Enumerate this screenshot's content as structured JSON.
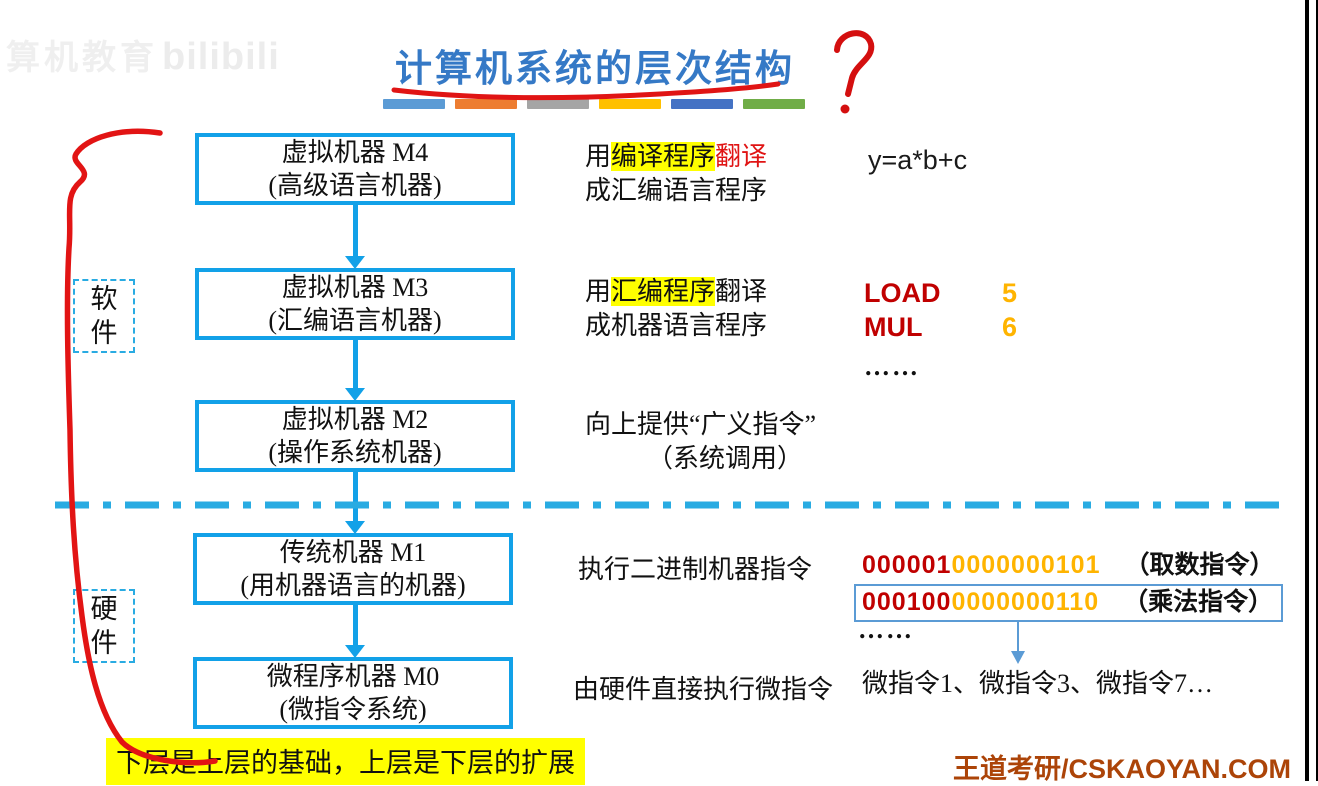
{
  "watermark": {
    "cn": "算机教育",
    "logo": "bilibili"
  },
  "header": {
    "title": "计算机系统的层次结构",
    "question_mark": "?"
  },
  "title_bars": [
    "#5B9BD5",
    "#ED7D31",
    "#A5A5A5",
    "#FFC000",
    "#4472C4",
    "#70AD47"
  ],
  "side_labels": {
    "software": "软件",
    "hardware": "硬件"
  },
  "layers": {
    "m4": {
      "name": "虚拟机器 M4",
      "alias": "(高级语言机器)",
      "desc": {
        "pre": "用",
        "hl": "编译程序",
        "red": "翻译",
        "line2": "成汇编语言程序"
      },
      "example": "y=a*b+c"
    },
    "m3": {
      "name": "虚拟机器 M3",
      "alias": "(汇编语言机器)",
      "desc": {
        "pre": "用",
        "hl": "汇编程序",
        "post": "翻译",
        "line2": "成机器语言程序"
      },
      "asm": [
        {
          "op": "LOAD",
          "val": "5"
        },
        {
          "op": "MUL",
          "val": "6"
        }
      ],
      "ellipsis": "……"
    },
    "m2": {
      "name": "虚拟机器 M2",
      "alias": "(操作系统机器)",
      "desc": {
        "line1": "向上提供“广义指令”",
        "line2": "（系统调用）"
      }
    },
    "m1": {
      "name": "传统机器 M1",
      "alias": "(用机器语言的机器)",
      "desc": "执行二进制机器指令",
      "binary": [
        {
          "prefix": "000001",
          "rest": "0000000101",
          "label": "（取数指令）"
        },
        {
          "prefix": "000100",
          "rest": "0000000110",
          "label": "（乘法指令）"
        }
      ],
      "ellipsis": "……",
      "micro": "微指令1、微指令3、微指令7…"
    },
    "m0": {
      "name": "微程序机器 M0",
      "alias": "(微指令系统)",
      "desc": "由硬件直接执行微指令"
    }
  },
  "footer": {
    "note": "下层是上层的基础，上层是下层的扩展",
    "brand": "王道考研/CSKAOYAN.COM"
  },
  "colors": {
    "box_border": "#12A1E8",
    "title_blue": "#3579C6",
    "annotate_red": "#E01414",
    "opcode_dark_red": "#C00000",
    "operand_orange": "#FFB400",
    "highlight_yellow": "#FFFF00",
    "brand_orange": "#AC4408"
  }
}
